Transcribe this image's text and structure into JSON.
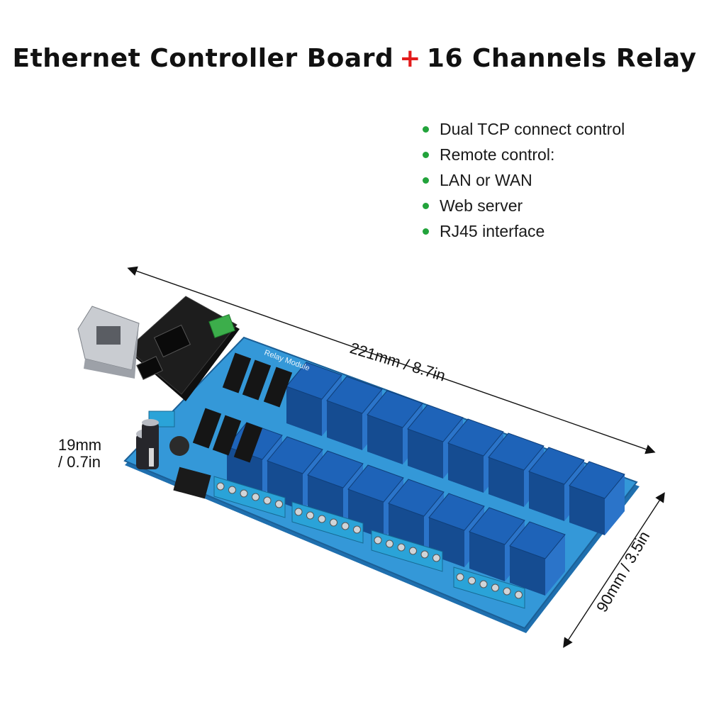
{
  "title": {
    "part1": "Ethernet Controller Board",
    "plus": "+",
    "part2": "16 Channels Relay"
  },
  "features": [
    {
      "label": "Dual TCP connect control"
    },
    {
      "label": "Remote control:"
    },
    {
      "label": "LAN or WAN"
    },
    {
      "label": "Web server"
    },
    {
      "label": "RJ45 interface"
    }
  ],
  "dimensions": {
    "length": "221mm / 8.7in",
    "height_line1": "19mm",
    "height_line2": "/ 0.7in",
    "width": "90mm / 3.5in"
  },
  "colors": {
    "bullet": "#22a33b",
    "plus": "#e31b1b",
    "pcb": "#2d8fd0",
    "relay": "#1e63b8",
    "terminal": "#2aa3d8"
  },
  "board_markings": {
    "module_label": "Relay Module"
  }
}
